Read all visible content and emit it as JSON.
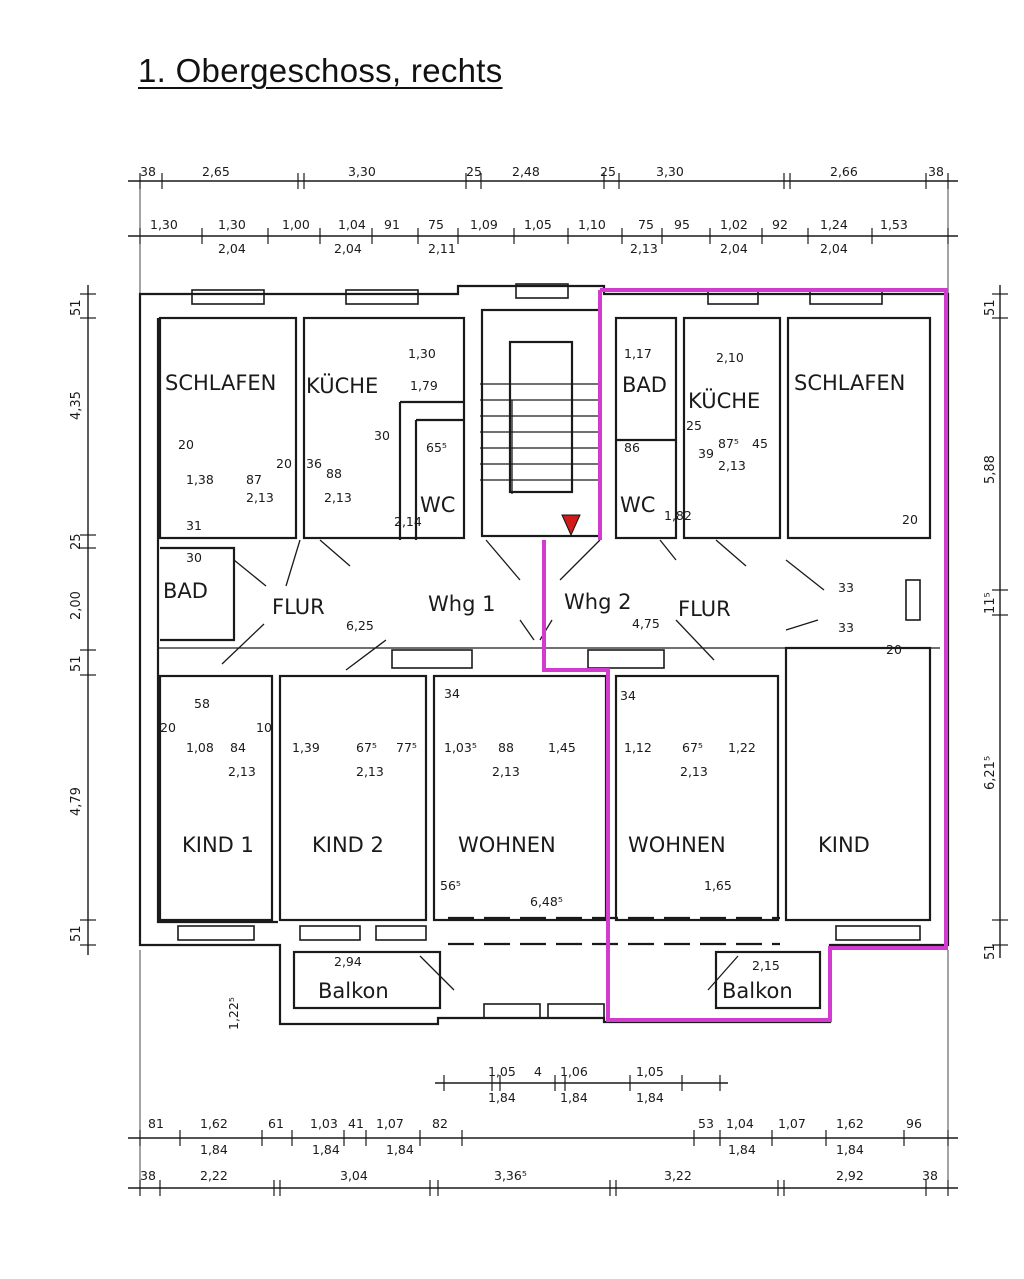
{
  "title": "1. Obergeschoss, rechts",
  "colors": {
    "highlight": "#d23ad0",
    "marker": "#d11a1a",
    "ink": "#1a1a1a"
  },
  "rooms": {
    "schlafen_left": "SCHLAFEN",
    "kueche_left": "KÜCHE",
    "bad_left": "BAD",
    "wc_left": "WC",
    "flur_left": "FLUR",
    "whg1": "Whg 1",
    "whg2": "Whg 2",
    "bad_right": "BAD",
    "kueche_right": "KÜCHE",
    "wc_right": "WC",
    "schlafen_right": "SCHLAFEN",
    "flur_right": "FLUR",
    "kind1": "KIND 1",
    "kind2": "KIND 2",
    "wohnen_left": "WOHNEN",
    "wohnen_right": "WOHNEN",
    "kind": "KIND",
    "balkon_left": "Balkon",
    "balkon_right": "Balkon"
  },
  "dims_top_row1": [
    "38",
    "2,65",
    "3,30",
    "25",
    "2,48",
    "25",
    "3,30",
    "2,66",
    "38"
  ],
  "dims_top_row2": [
    "1,30",
    "1,30",
    "1,00",
    "1,04",
    "91",
    "75",
    "1,09",
    "1,05",
    "1,10",
    "75",
    "95",
    "1,02",
    "92",
    "1,24",
    "1,53"
  ],
  "dims_top_row2_sub": [
    "2,04",
    "2,04",
    "2,11",
    "2,13",
    "2,04",
    "2,04"
  ],
  "dims_bottom_row1": [
    "1,05",
    "4",
    "1,06",
    "1,05"
  ],
  "dims_bottom_row1_sub": [
    "1,84",
    "1,84",
    "1,84"
  ],
  "dims_bottom_row2": [
    "81",
    "1,62",
    "61",
    "1,03",
    "41",
    "1,07",
    "82",
    "53",
    "1,04",
    "1,07",
    "1,62",
    "96"
  ],
  "dims_bottom_row2_sub": [
    "1,84",
    "1,84",
    "1,84",
    "1,84",
    "1,84"
  ],
  "dims_bottom_row3": [
    "38",
    "2,22",
    "3,04",
    "3,36⁵",
    "3,22",
    "2,92",
    "38"
  ],
  "dims_left": [
    "51",
    "4,35",
    "25",
    "2,00",
    "51",
    "4,79",
    "51"
  ],
  "dims_right": [
    "51",
    "5,88",
    "11⁵",
    "6,21⁵",
    "51"
  ],
  "dims_interior": {
    "a1": "1,30",
    "a2": "1,79",
    "a3": "20",
    "a4": "1,38",
    "a5": "87",
    "a6": "2,13",
    "a7": "20",
    "a8": "36",
    "a9": "88",
    "a10": "2,13",
    "a11": "30",
    "a12": "65⁵",
    "a13": "2,14",
    "a14": "31",
    "a15": "30",
    "a16": "6,25",
    "a17": "4,75",
    "a18": "1,17",
    "a19": "2,10",
    "a20": "25",
    "a21": "86",
    "a22": "39",
    "a23": "87⁵",
    "a24": "45",
    "a25": "2,13",
    "a26": "1,82",
    "a27": "20",
    "a28": "33",
    "a29": "33",
    "a30": "20",
    "a31": "58",
    "a32": "20",
    "a33": "10",
    "a34": "34",
    "a35": "34",
    "a36": "1,08",
    "a37": "84",
    "a38": "2,13",
    "a39": "1,39",
    "a40": "67⁵",
    "a41": "77⁵",
    "a42": "2,13",
    "a43": "1,03⁵",
    "a44": "88",
    "a45": "1,45",
    "a46": "2,13",
    "a47": "1,12",
    "a48": "67⁵",
    "a49": "1,22",
    "a50": "2,13",
    "a51": "56⁵",
    "a52": "6,48⁵",
    "a53": "1,65",
    "a54": "2,94",
    "a55": "2,15",
    "a56": "1,22⁵"
  }
}
